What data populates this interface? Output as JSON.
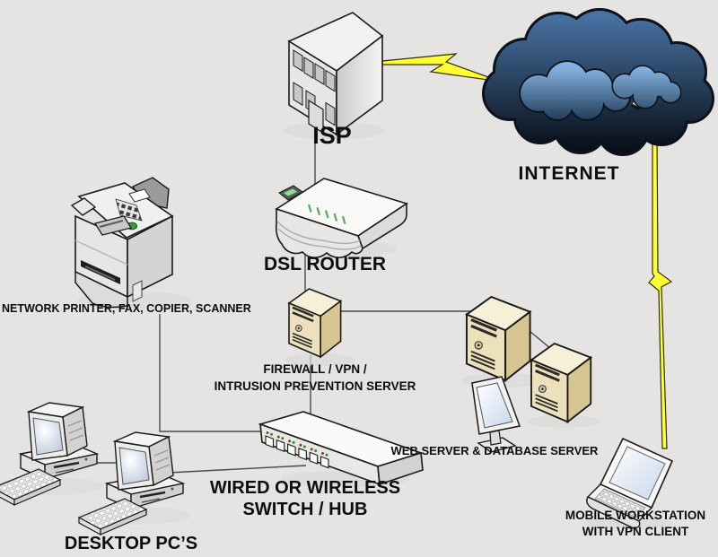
{
  "diagram": {
    "background_color": "#e5e4e2",
    "line_color": "#4a4a4a",
    "lightning_color": "#ffff33",
    "labels": {
      "isp": "ISP",
      "internet": "INTERNET",
      "dsl_router": "DSL ROUTER",
      "network_printer": "NETWORK PRINTER, FAX, COPIER, SCANNER",
      "firewall_line1": "FIREWALL / VPN /",
      "firewall_line2": "INTRUSION PREVENTION SERVER",
      "web_db_servers": "WEB SERVER & DATABASE SERVER",
      "switch_line1": "WIRED OR WIRELESS",
      "switch_line2": "SWITCH / HUB",
      "desktop_pcs": "DESKTOP PC’S",
      "mobile_line1": "MOBILE WORKSTATION",
      "mobile_line2": "WITH VPN CLIENT"
    },
    "colors": {
      "cloud_top": "#4a74a6",
      "cloud_bottom": "#070e16",
      "cloud_inner_top": "#85b1e0",
      "cloud_inner_bottom": "#1d3854",
      "server_top": "#f6f0d8",
      "server_front": "#ece1bb",
      "server_side": "#d7c592",
      "device_light": "#f7f7f5",
      "device_mid": "#e3e3e1",
      "device_dark": "#cfcfcd",
      "led_green": "#43a047",
      "led_red": "#a33327",
      "outline": "#1a1a1a"
    },
    "connections": [
      {
        "from": "isp",
        "to": "internet",
        "type": "lightning"
      },
      {
        "from": "isp",
        "to": "dsl_router",
        "type": "line"
      },
      {
        "from": "dsl_router",
        "to": "firewall",
        "type": "line"
      },
      {
        "from": "firewall",
        "to": "web_server",
        "type": "line"
      },
      {
        "from": "web_server",
        "to": "database_server",
        "type": "line"
      },
      {
        "from": "firewall",
        "to": "switch",
        "type": "line"
      },
      {
        "from": "network_printer",
        "to": "switch",
        "type": "line"
      },
      {
        "from": "desktop_pc_1",
        "to": "desktop_pc_2",
        "type": "line"
      },
      {
        "from": "desktop_pc_2",
        "to": "switch",
        "type": "line"
      },
      {
        "from": "internet",
        "to": "mobile_workstation",
        "type": "lightning"
      }
    ]
  }
}
